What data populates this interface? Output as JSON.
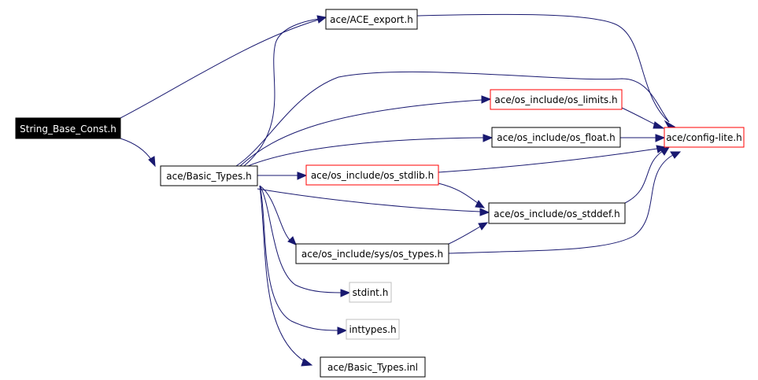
{
  "colors": {
    "edge": "#191970",
    "root_fill": "#000000",
    "root_text": "#ffffff",
    "normal_border": "#000000",
    "red_border": "#ff0000",
    "gray_border": "#bfbfbf"
  },
  "nodes": {
    "string_base_const": {
      "label": "String_Base_Const.h",
      "style": "root"
    },
    "basic_types": {
      "label": "ace/Basic_Types.h",
      "style": "normal"
    },
    "ace_export": {
      "label": "ace/ACE_export.h",
      "style": "normal"
    },
    "os_limits": {
      "label": "ace/os_include/os_limits.h",
      "style": "red"
    },
    "os_float": {
      "label": "ace/os_include/os_float.h",
      "style": "normal"
    },
    "config_lite": {
      "label": "ace/config-lite.h",
      "style": "red"
    },
    "os_stdlib": {
      "label": "ace/os_include/os_stdlib.h",
      "style": "red"
    },
    "os_stddef": {
      "label": "ace/os_include/os_stddef.h",
      "style": "normal"
    },
    "sys_os_types": {
      "label": "ace/os_include/sys/os_types.h",
      "style": "normal"
    },
    "stdint": {
      "label": "stdint.h",
      "style": "gray"
    },
    "inttypes": {
      "label": "inttypes.h",
      "style": "gray"
    },
    "basic_types_inl": {
      "label": "ace/Basic_Types.inl",
      "style": "normal"
    }
  }
}
